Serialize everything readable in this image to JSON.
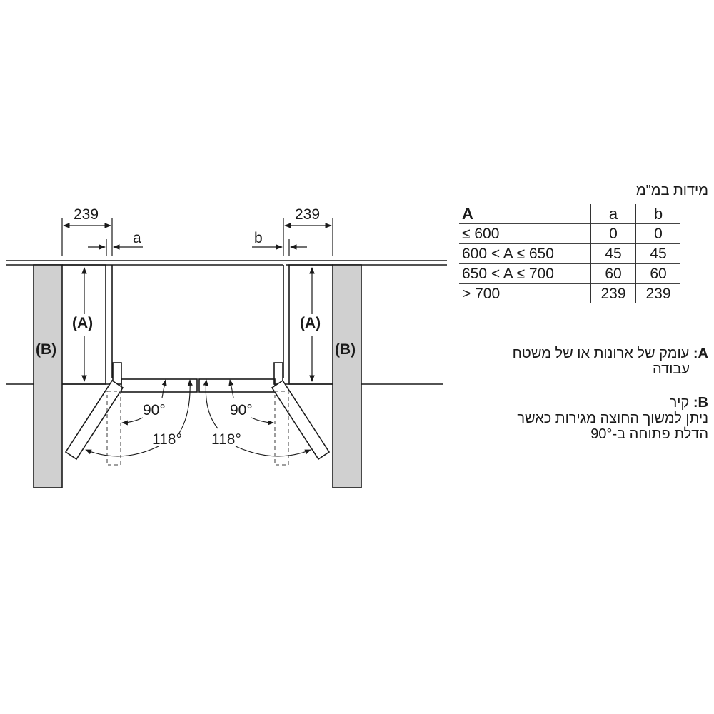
{
  "units_label": "מידות במ\"מ",
  "table": {
    "headers": [
      "A",
      "a",
      "b"
    ],
    "rows": [
      [
        "≤ 600",
        "0",
        "0"
      ],
      [
        "600 < A ≤ 650",
        "45",
        "45"
      ],
      [
        "650 < A ≤ 700",
        "60",
        "60"
      ],
      [
        "> 700",
        "239",
        "239"
      ]
    ]
  },
  "legend": {
    "a_key": "A:",
    "a_text_line1": "עומק של ארונות או של משטח",
    "a_text_line2": "עבודה",
    "b_key": "B:",
    "b_text_title": "קיר",
    "b_text_line1": "ניתן למשוך החוצה מגירות כאשר",
    "b_text_line2": "הדלת פתוחה ב-90°"
  },
  "diagram": {
    "left_clearance": "239",
    "right_clearance": "239",
    "gap_left_label": "a",
    "gap_right_label": "b",
    "depth_label": "(A)",
    "wall_label": "(B)",
    "angle_90": "90°",
    "angle_118": "118°",
    "colors": {
      "wall_fill": "#d0d0d0",
      "line": "#1a1a1a",
      "dashed": "#666666"
    }
  }
}
